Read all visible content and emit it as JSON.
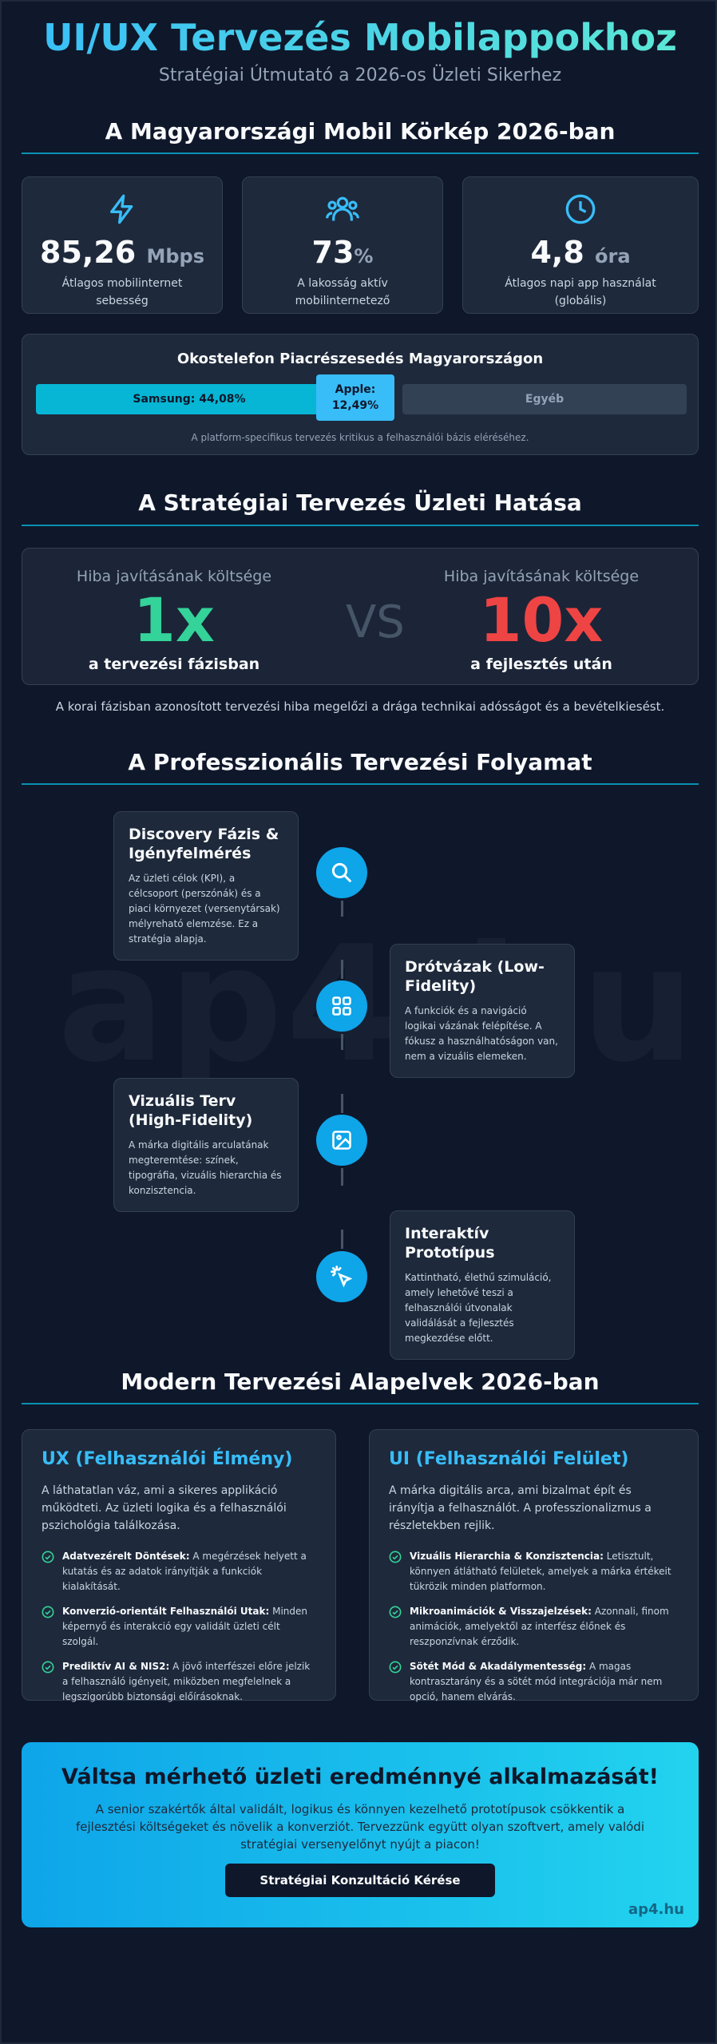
{
  "header": {
    "title": "UI/UX Tervezés Mobilappokhoz",
    "subtitle": "Stratégiai Útmutató a 2026-os Üzleti Sikerhez"
  },
  "watermark": "ap4.hu",
  "landscape": {
    "title": "A Magyarországi Mobil Körkép 2026-ban",
    "stats": [
      {
        "icon": "lightning-icon",
        "value": "85,26",
        "unit": "Mbps",
        "label": "Átlagos mobilinternet sebesség"
      },
      {
        "icon": "users-icon",
        "value": "73",
        "unit": "%",
        "label": "A lakosság aktív mobilinternetező"
      },
      {
        "icon": "clock-icon",
        "value": "4,8",
        "unit": "óra",
        "label": "Átlagos napi app használat (globális)"
      }
    ],
    "market_share": {
      "title": "Okostelefon Piacrészesedés Magyarországon",
      "samsung": "Samsung: 44,08%",
      "apple_line1": "Apple:",
      "apple_line2": "12,49%",
      "other": "Egyéb",
      "note": "A platform-specifikus tervezés kritikus a felhasználói bázis eléréséhez."
    }
  },
  "impact": {
    "title": "A Stratégiai Tervezés Üzleti Hatása",
    "left": {
      "caption": "Hiba javításának költsége",
      "value": "1x",
      "sub": "a tervezési fázisban"
    },
    "vs": "VS",
    "right": {
      "caption": "Hiba javításának költsége",
      "value": "10x",
      "sub": "a fejlesztés után"
    },
    "note": "A korai fázisban azonosított tervezési hiba megelőzi a drága technikai adósságot és a bevételkiesést."
  },
  "process": {
    "title": "A Professzionális Tervezési Folyamat",
    "steps": [
      {
        "title": "Discovery Fázis & Igényfelmérés",
        "text": "Az üzleti célok (KPI), a célcsoport (perszónák) és a piaci környezet (versenytársak) mélyreható elemzése. Ez a stratégia alapja.",
        "icon": "search-icon"
      },
      {
        "title": "Drótvázak (Low-Fidelity)",
        "text": "A funkciók és a navigáció logikai vázának felépítése. A fókusz a használhatóságon van, nem a vizuális elemeken.",
        "icon": "grid-icon"
      },
      {
        "title": "Vizuális Terv (High-Fidelity)",
        "text": "A márka digitális arculatának megteremtése: színek, tipográfia, vizuális hierarchia és konzisztencia.",
        "icon": "image-icon"
      },
      {
        "title": "Interaktív Prototípus",
        "text": "Kattintható, élethű szimuláció, amely lehetővé teszi a felhasználói útvonalak validálását a fejlesztés megkezdése előtt.",
        "icon": "pointer-click-icon"
      }
    ]
  },
  "principles": {
    "title": "Modern Tervezési Alapelvek 2026-ban",
    "ux": {
      "title": "UX (Felhasználói Élmény)",
      "intro": "A láthatatlan váz, ami a sikeres applikáció működteti. Az üzleti logika és a felhasználói pszichológia találkozása.",
      "items": [
        {
          "bold": "Adatvezérelt Döntések:",
          "text": " A megérzések helyett a kutatás és az adatok irányítják a funkciók kialakítását."
        },
        {
          "bold": "Konverzió-orientált Felhasználói Utak:",
          "text": " Minden képernyő és interakció egy validált üzleti célt szolgál."
        },
        {
          "bold": "Prediktív AI & NIS2:",
          "text": " A jövő interfészei előre jelzik a felhasználó igényeit, miközben megfelelnek a legszigorúbb biztonsági előírásoknak."
        }
      ]
    },
    "ui": {
      "title": "UI (Felhasználói Felület)",
      "intro": "A márka digitális arca, ami bizalmat épít és irányítja a felhasználót. A professzionalizmus a részletekben rejlik.",
      "items": [
        {
          "bold": "Vizuális Hierarchia & Konzisztencia:",
          "text": " Letisztult, könnyen átlátható felületek, amelyek a márka értékeit tükrözik minden platformon."
        },
        {
          "bold": "Mikroanimációk & Visszajelzések:",
          "text": " Azonnali, finom animációk, amelyektől az interfész élőnek és reszponzívnak érződik."
        },
        {
          "bold": "Sötét Mód & Akadálymentesség:",
          "text": " A magas kontrasztarány és a sötét mód integrációja már nem opció, hanem elvárás."
        }
      ]
    }
  },
  "cta": {
    "title": "Váltsa mérhető üzleti eredménnyé alkalmazását!",
    "text": "A senior szakértők által validált, logikus és könnyen kezelhető prototípusok csökkentik a fejlesztési költségeket és növelik a konverziót. Tervezzünk együtt olyan szoftvert, amely valódi stratégiai versenyelőnyt nyújt a piacon!",
    "button": "Stratégiai Konzultáció Kérése",
    "brand": "ap4.hu"
  },
  "colors": {
    "accent": "#38bdf8",
    "good": "#34d399",
    "bad": "#ef4444",
    "samsung": "#06b6d4",
    "apple": "#38bdf8",
    "other": "#334155"
  }
}
